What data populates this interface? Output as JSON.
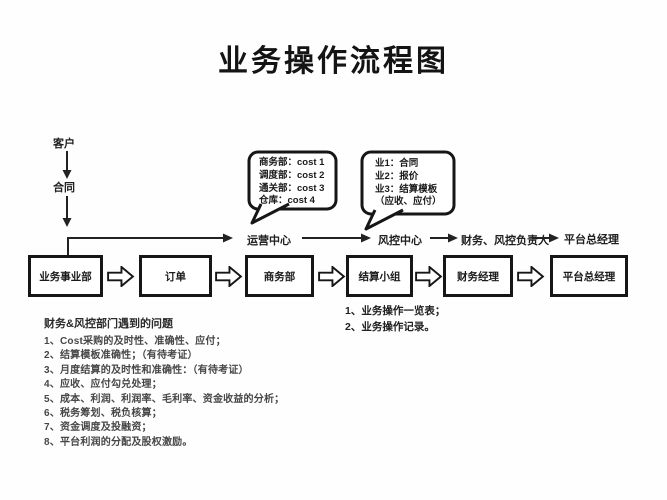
{
  "title": "业务操作流程图",
  "colors": {
    "ink": "#1c1c1c",
    "background": "#ffffff"
  },
  "left_flow": {
    "customer": "客户",
    "contract": "合同"
  },
  "bubbles": {
    "cost_bubble": {
      "lines": [
        "商务部：cost 1",
        "调度部：cost 2",
        "通关部：cost 3",
        "仓库：cost 4"
      ]
    },
    "biz_bubble": {
      "lines": [
        "业1：合同",
        "业2：报价",
        "业3：结算模板",
        "（应收、应付）"
      ]
    }
  },
  "lane_labels": {
    "operation_center": "运营中心",
    "risk_center": "风控中心",
    "finance_risk_leader": "财务、风控负责人",
    "platform_gm": "平台总经理"
  },
  "process_boxes": [
    "业务事业部",
    "订单",
    "商务部",
    "结算小组",
    "财务经理",
    "平台总经理"
  ],
  "settlement_notes": [
    "1、业务操作一览表；",
    "2、业务操作记录。"
  ],
  "problems": {
    "header": "财务&风控部门遇到的问题",
    "items": [
      "1、Cost采购的及时性、准确性、应付；",
      "2、结算模板准确性；（有待考证）",
      "3、月度结算的及时性和准确性：（有待考证）",
      "4、应收、应付勾兑处理；",
      "5、成本、利润、利润率、毛利率、资金收益的分析；",
      "6、税务筹划、税负核算；",
      "7、资金调度及投融资；",
      "8、平台利润的分配及股权激励。"
    ]
  }
}
